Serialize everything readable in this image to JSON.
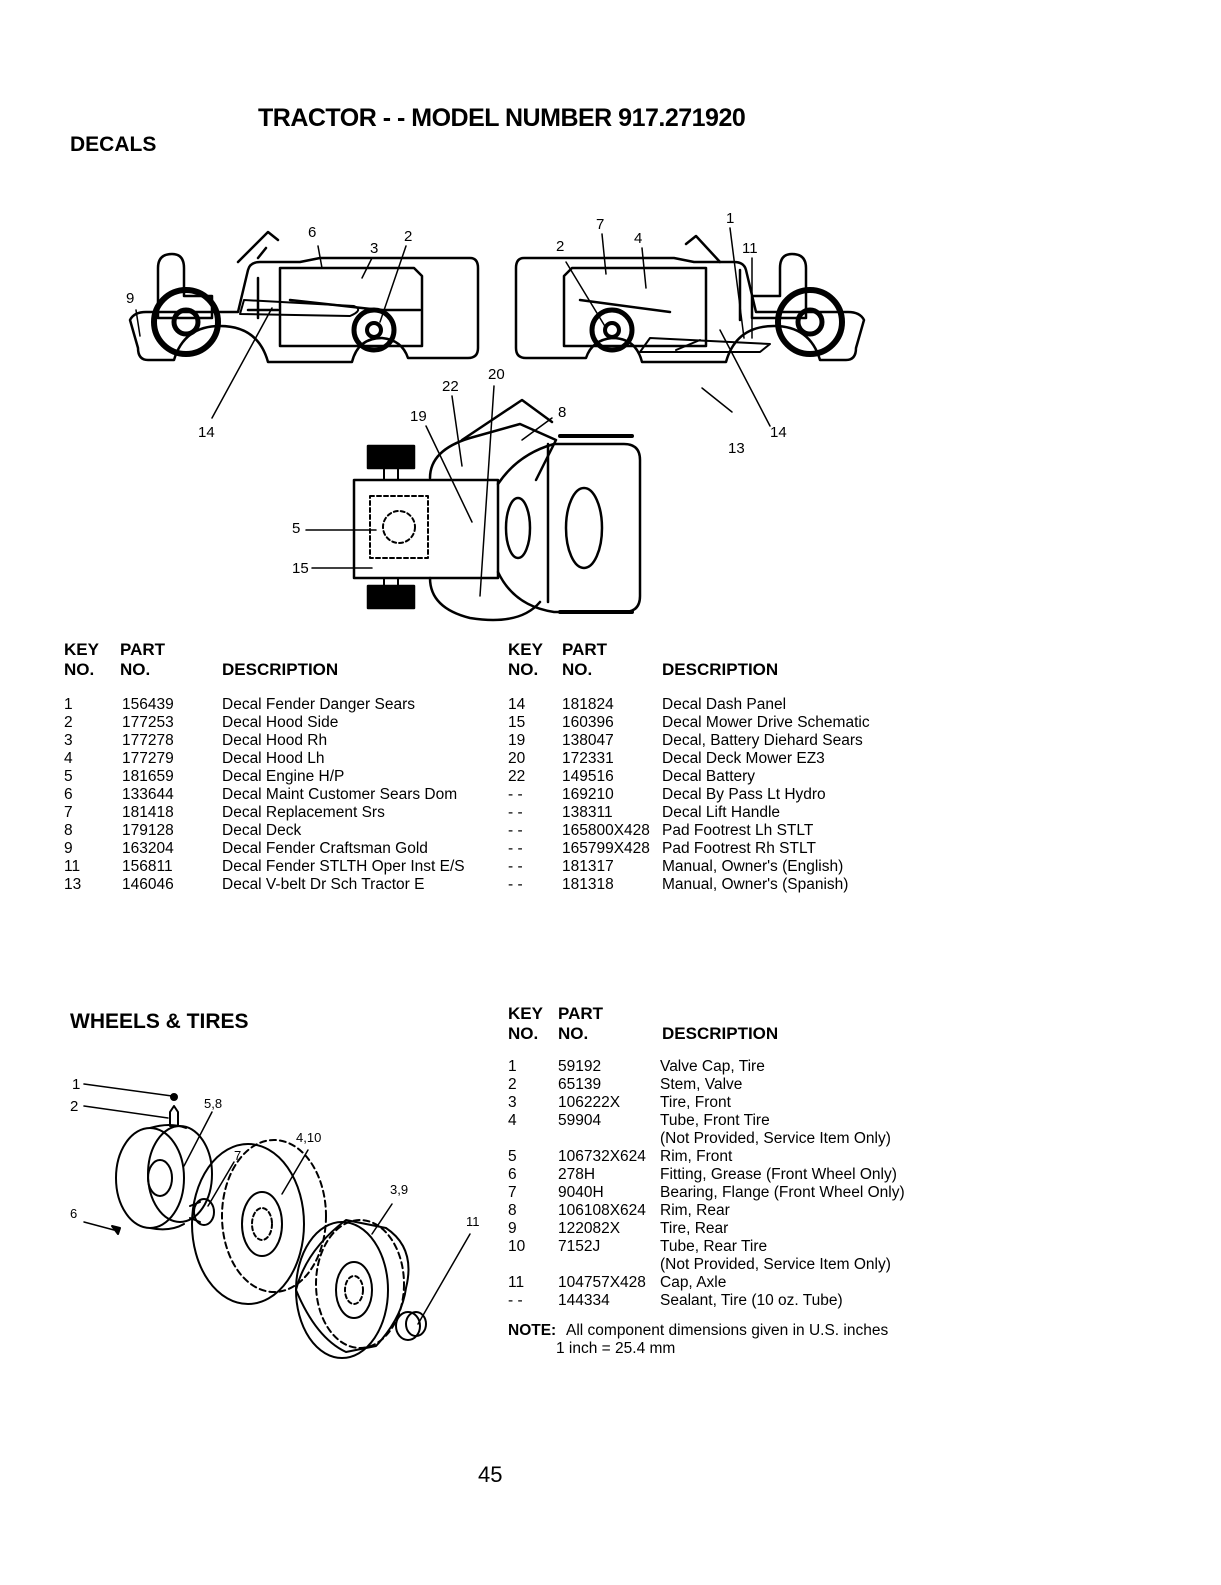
{
  "page": {
    "title": "TRACTOR - - MODEL NUMBER 917.271920",
    "page_number": "45"
  },
  "decals": {
    "section_title": "DECALS",
    "diagram_labels": {
      "l6": "6",
      "l3": "3",
      "l2a": "2",
      "l9": "9",
      "l14a": "14",
      "l7": "7",
      "l4": "4",
      "l2b": "2",
      "l1": "1",
      "l11": "11",
      "l20": "20",
      "l22": "22",
      "l19": "19",
      "l8": "8",
      "l14b": "14",
      "l13": "13",
      "l5": "5",
      "l15": "15"
    },
    "headers": {
      "key1": "KEY",
      "key2": "NO.",
      "part1": "PART",
      "part2": "NO.",
      "desc": "DESCRIPTION"
    },
    "left_rows": [
      {
        "key": "1",
        "part": "156439",
        "desc": "Decal Fender Danger Sears"
      },
      {
        "key": "2",
        "part": "177253",
        "desc": "Decal Hood Side"
      },
      {
        "key": "3",
        "part": "177278",
        "desc": "Decal Hood Rh"
      },
      {
        "key": "4",
        "part": "177279",
        "desc": "Decal Hood Lh"
      },
      {
        "key": "5",
        "part": "181659",
        "desc": "Decal Engine H/P"
      },
      {
        "key": "6",
        "part": "133644",
        "desc": "Decal Maint Customer Sears Dom"
      },
      {
        "key": "7",
        "part": "181418",
        "desc": "Decal Replacement Srs"
      },
      {
        "key": "8",
        "part": "179128",
        "desc": "Decal Deck"
      },
      {
        "key": "9",
        "part": "163204",
        "desc": "Decal Fender Craftsman Gold"
      },
      {
        "key": "11",
        "part": "156811",
        "desc": "Decal Fender STLTH Oper Inst E/S"
      },
      {
        "key": "13",
        "part": "146046",
        "desc": "Decal V-belt Dr Sch Tractor E"
      }
    ],
    "right_rows": [
      {
        "key": "14",
        "part": "181824",
        "desc": "Decal Dash Panel"
      },
      {
        "key": "15",
        "part": "160396",
        "desc": "Decal Mower Drive Schematic"
      },
      {
        "key": "19",
        "part": "138047",
        "desc": "Decal, Battery Diehard Sears"
      },
      {
        "key": "20",
        "part": "172331",
        "desc": "Decal Deck Mower EZ3"
      },
      {
        "key": "22",
        "part": "149516",
        "desc": "Decal Battery"
      },
      {
        "key": "- -",
        "part": "169210",
        "desc": "Decal By Pass Lt Hydro"
      },
      {
        "key": "- -",
        "part": "138311",
        "desc": "Decal Lift Handle"
      },
      {
        "key": "- -",
        "part": "165800X428",
        "desc": "Pad Footrest Lh STLT"
      },
      {
        "key": "- -",
        "part": "165799X428",
        "desc": "Pad Footrest Rh STLT"
      },
      {
        "key": "- -",
        "part": "181317",
        "desc": "Manual, Owner's (English)"
      },
      {
        "key": "- -",
        "part": "181318",
        "desc": "Manual, Owner's (Spanish)"
      }
    ]
  },
  "wheels": {
    "section_title": "WHEELS & TIRES",
    "diagram_labels": {
      "l1": "1",
      "l2": "2",
      "l58": "5,8",
      "l410": "4,10",
      "l7": "7",
      "l39": "3,9",
      "l6": "6",
      "l11": "11"
    },
    "rows": [
      {
        "key": "1",
        "part": "59192",
        "desc": "Valve Cap, Tire"
      },
      {
        "key": "2",
        "part": "65139",
        "desc": "Stem, Valve"
      },
      {
        "key": "3",
        "part": "106222X",
        "desc": "Tire, Front"
      },
      {
        "key": "4",
        "part": "59904",
        "desc": "Tube, Front Tire"
      },
      {
        "key": "",
        "part": "",
        "desc": "(Not Provided, Service Item Only)"
      },
      {
        "key": "5",
        "part": "106732X624",
        "desc": "Rim, Front"
      },
      {
        "key": "6",
        "part": "278H",
        "desc": "Fitting, Grease (Front Wheel Only)"
      },
      {
        "key": "7",
        "part": "9040H",
        "desc": "Bearing, Flange (Front Wheel Only)"
      },
      {
        "key": "8",
        "part": "106108X624",
        "desc": "Rim, Rear"
      },
      {
        "key": "9",
        "part": "122082X",
        "desc": "Tire, Rear"
      },
      {
        "key": "10",
        "part": "7152J",
        "desc": "Tube, Rear Tire"
      },
      {
        "key": "",
        "part": "",
        "desc": "(Not Provided, Service Item Only)"
      },
      {
        "key": "11",
        "part": "104757X428",
        "desc": "Cap, Axle"
      },
      {
        "key": "- -",
        "part": "144334",
        "desc": "Sealant, Tire (10 oz. Tube)"
      }
    ],
    "note_label": "NOTE:",
    "note_line1": "All component dimensions given in U.S. inches",
    "note_line2": "1 inch = 25.4 mm"
  }
}
